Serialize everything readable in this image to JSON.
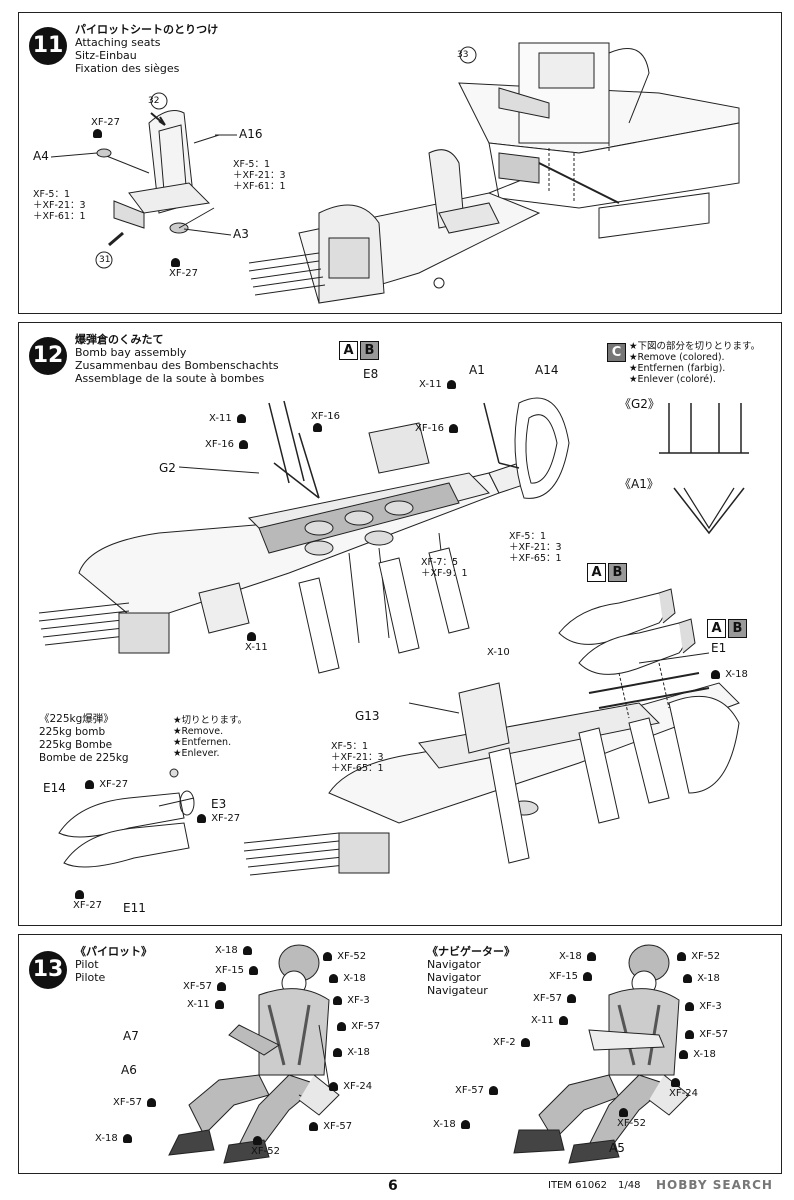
{
  "step11": {
    "num": "11",
    "title_jp": "パイロットシートのとりつけ",
    "title_en": "Attaching seats",
    "title_de": "Sitz-Einbau",
    "title_fr": "Fixation des sièges",
    "callouts": {
      "c32": "32",
      "c33": "33",
      "c31": "31"
    },
    "parts": {
      "A16": "A16",
      "A4": "A4",
      "A3": "A3"
    },
    "paints": {
      "xf27_top": "XF-27",
      "xf27_bottom": "XF-27",
      "mix_right": "XF-5：1\n＋XF-21：3\n＋XF-61：1",
      "mix_left": "XF-5：1\n＋XF-21：3\n＋XF-61：1"
    }
  },
  "step12": {
    "num": "12",
    "title_jp": "爆弾倉のくみたて",
    "title_en": "Bomb bay assembly",
    "title_de": "Zusammenbau des Bombenschachts",
    "title_fr": "Assemblage de la soute à bombes",
    "ab": {
      "a": "A",
      "b": "B"
    },
    "c_label": "C",
    "c_note": "★下図の部分を切りとります。\n★Remove (colored).\n★Entfernen (farbig).\n★Enlever (coloré).",
    "g2_ref": "《G2》",
    "a1_ref": "《A1》",
    "parts": {
      "E8": "E8",
      "A1": "A1",
      "A14": "A14",
      "G2": "G2",
      "G13": "G13",
      "E1": "E1",
      "E14": "E14",
      "E3": "E3",
      "E11": "E11"
    },
    "paints": {
      "x11_a": "X-11",
      "x11_b": "X-11",
      "x11_c": "X-11",
      "xf16_a": "XF-16",
      "xf16_b": "XF-16",
      "xf16_c": "XF-16",
      "mix_a14": "XF-5：1\n＋XF-21：3\n＋XF-65：1",
      "mix_floor": "XF-7：5\n＋XF-9：1",
      "x10": "X-10",
      "x18": "X-18",
      "mix_g13": "XF-5：1\n＋XF-21：3\n＋XF-65：1",
      "xf27_a": "XF-27",
      "xf27_b": "XF-27",
      "xf27_c": "XF-27"
    },
    "bomb_title_jp": "《225kg爆弾》",
    "bomb_title_en": "225kg bomb",
    "bomb_title_de": "225kg Bombe",
    "bomb_title_fr": "Bombe de 225kg",
    "cut_note": "★切りとります。\n★Remove.\n★Entfernen.\n★Enlever."
  },
  "step13": {
    "num": "13",
    "pilot_jp": "《パイロット》",
    "pilot_en": "Pilot",
    "pilot_fr": "Pilote",
    "nav_jp": "《ナビゲーター》",
    "nav_en": "Navigator",
    "nav_de": "Navigator",
    "nav_fr": "Navigateur",
    "pilot_labels": {
      "x18a": "X-18",
      "xf15": "XF-15",
      "xf57a": "XF-57",
      "x11": "X-11",
      "a7": "A7",
      "a6": "A6",
      "xf57b": "XF-57",
      "x18b": "X-18",
      "xf52a": "XF-52",
      "x18c": "X-18",
      "xf3": "XF-3",
      "xf57c": "XF-57",
      "x18d": "X-18",
      "xf24": "XF-24",
      "xf57d": "XF-57",
      "xf52b": "XF-52"
    },
    "nav_labels": {
      "x18a": "X-18",
      "xf15": "XF-15",
      "xf57a": "XF-57",
      "x11": "X-11",
      "xf2": "XF-2",
      "xf57b": "XF-57",
      "x18b": "X-18",
      "xf52a": "XF-52",
      "x18c": "X-18",
      "xf3": "XF-3",
      "xf57c": "XF-57",
      "x18d": "X-18",
      "xf24": "XF-24",
      "xf52b": "XF-52",
      "a5": "A5"
    }
  },
  "footer": {
    "page": "6",
    "item": "ITEM 61062",
    "scale": "1/48",
    "watermark": "HOBBY SEARCH"
  }
}
